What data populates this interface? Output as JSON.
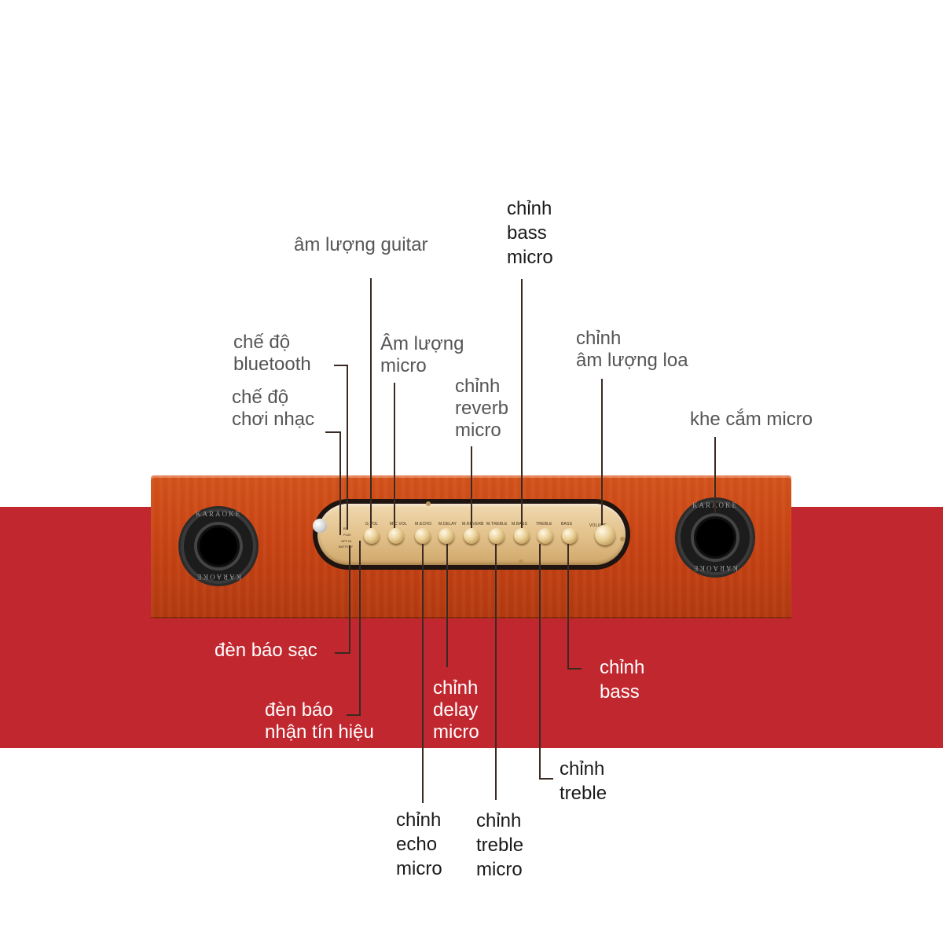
{
  "jack_text": "KARAOKE",
  "labels": {
    "guitar_volume": "âm lượng guitar",
    "bass_micro": "chỉnh\nbass\nmicro",
    "bluetooth_mode": "chế độ\nbluetooth",
    "music_mode": "chế độ\nchơi nhạc",
    "micro_volume": "Âm lượng\nmicro",
    "reverb_micro": "chỉnh\nreverb\nmicro",
    "speaker_volume": "chỉnh\nâm lượng loa",
    "mic_jack": "khe cắm micro",
    "charge_led": "đèn báo sạc",
    "signal_led": "đèn báo\nnhận tín hiệu",
    "delay_micro": "chỉnh\ndelay\nmicro",
    "bass": "chỉnh\nbass",
    "treble": "chỉnh\ntreble",
    "echo_micro": "chỉnh\necho\nmicro",
    "treble_micro": "chỉnh\ntreble\nmicro"
  },
  "panel": {
    "knob_labels": [
      "G.VOL",
      "MIC VOL",
      "M.ECHO",
      "M.DELAY",
      "M.REVERB",
      "M.TREBLE",
      "M.BASS",
      "TREBLE",
      "BASS",
      "VOLUME"
    ],
    "led_labels": [
      "BT",
      "PLAY",
      "OPT IN",
      "BATTERY"
    ]
  },
  "colors": {
    "band": "#c1272f",
    "wood": "#c94414",
    "panel": "#e3c28c",
    "leader_line": "#3a2a22"
  }
}
